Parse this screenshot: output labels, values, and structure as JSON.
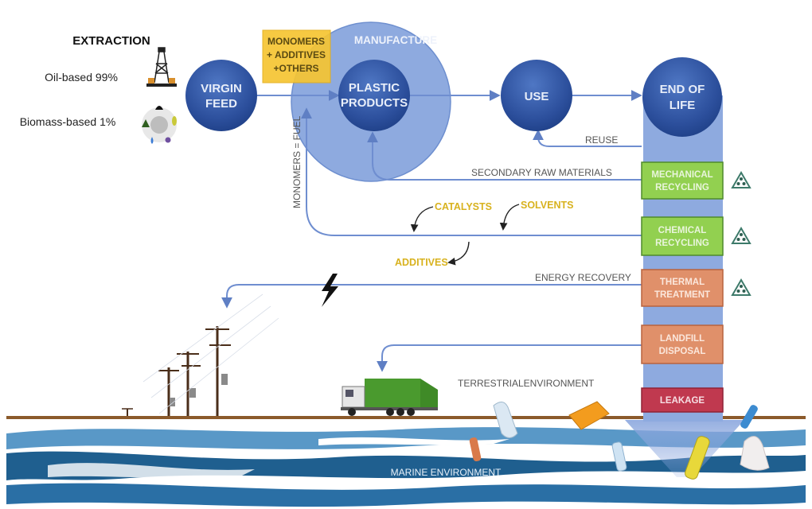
{
  "extraction": {
    "title": "EXTRACTION",
    "oil_label": "Oil-based 99%",
    "biomass_label": "Biomass-based 1%"
  },
  "nodes": {
    "virgin_feed": [
      "VIRGIN",
      "FEED"
    ],
    "manufacture": "MANUFACTURE",
    "plastic_products": [
      "PLASTIC",
      "PRODUCTS"
    ],
    "use": "USE",
    "end_of_life": [
      "END OF",
      "LIFE"
    ]
  },
  "inputs_box": [
    "MONOMERS",
    "+ ADDITIVES",
    "+OTHERS"
  ],
  "flows": {
    "monomers_fuel": "MONOMERS = FUEL",
    "reuse": "REUSE",
    "secondary_raw_materials": "SECONDARY RAW MATERIALS",
    "energy_recovery": "ENERGY RECOVERY",
    "terrestrial_environment": "TERRESTRIALENVIRONMENT",
    "marine_environment": "MARINE ENVIRONMENT"
  },
  "chemical_inputs": {
    "catalysts": "CATALYSTS",
    "solvents": "SOLVENTS",
    "additives": "ADDITIVES"
  },
  "end_of_life_options": [
    {
      "label": [
        "MECHANICAL",
        "RECYCLING"
      ],
      "color": "#92d050",
      "recycle_symbol": true
    },
    {
      "label": [
        "CHEMICAL",
        "RECYCLING"
      ],
      "color": "#92d050",
      "recycle_symbol": true
    },
    {
      "label": [
        "THERMAL",
        "TREATMENT"
      ],
      "color": "#e0906a",
      "recycle_symbol": true
    },
    {
      "label": [
        "LANDFILL",
        "DISPOSAL"
      ],
      "color": "#e0906a",
      "recycle_symbol": false
    },
    {
      "label": [
        "LEAKAGE"
      ],
      "color": "#c0394f",
      "recycle_symbol": false
    }
  ],
  "colors": {
    "node_blue": "#2f56a6",
    "manufacture_circle": "#8eaadf",
    "flow_line": "#7b98d4",
    "inputs_box": "#f6c532",
    "ground": "#8b5a2b",
    "sea_dark": "#1f5f8f",
    "sea_mid": "#3c86bd"
  }
}
